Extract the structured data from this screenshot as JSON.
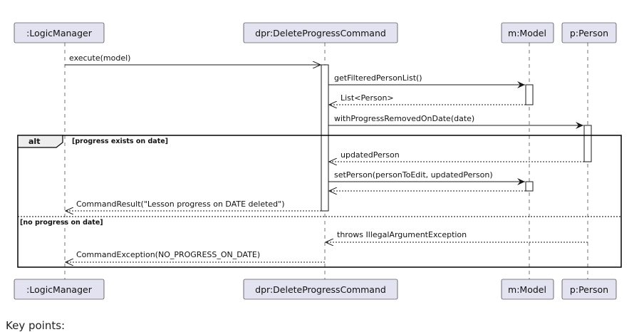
{
  "participants": [
    ":LogicManager",
    "dpr:DeleteProgressCommand",
    "m:Model",
    "p:Person"
  ],
  "alt": {
    "keyword": "alt",
    "guard1": "[progress exists on date]",
    "guard2": "[no progress on date]"
  },
  "messages": [
    {
      "label": "execute(model)",
      "type": "call"
    },
    {
      "label": "getFilteredPersonList()",
      "type": "call"
    },
    {
      "label": "List<Person>",
      "type": "return"
    },
    {
      "label": "withProgressRemovedOnDate(date)",
      "type": "call"
    },
    {
      "label": "updatedPerson",
      "type": "return"
    },
    {
      "label": "setPerson(personToEdit, updatedPerson)",
      "type": "call"
    },
    {
      "label": "",
      "type": "return"
    },
    {
      "label": "CommandResult(\"Lesson progress on DATE deleted\")",
      "type": "return"
    },
    {
      "label": "throws IllegalArgumentException",
      "type": "return"
    },
    {
      "label": "CommandException(NO_PROGRESS_ON_DATE)",
      "type": "return"
    }
  ],
  "footer_text": "Key points:"
}
